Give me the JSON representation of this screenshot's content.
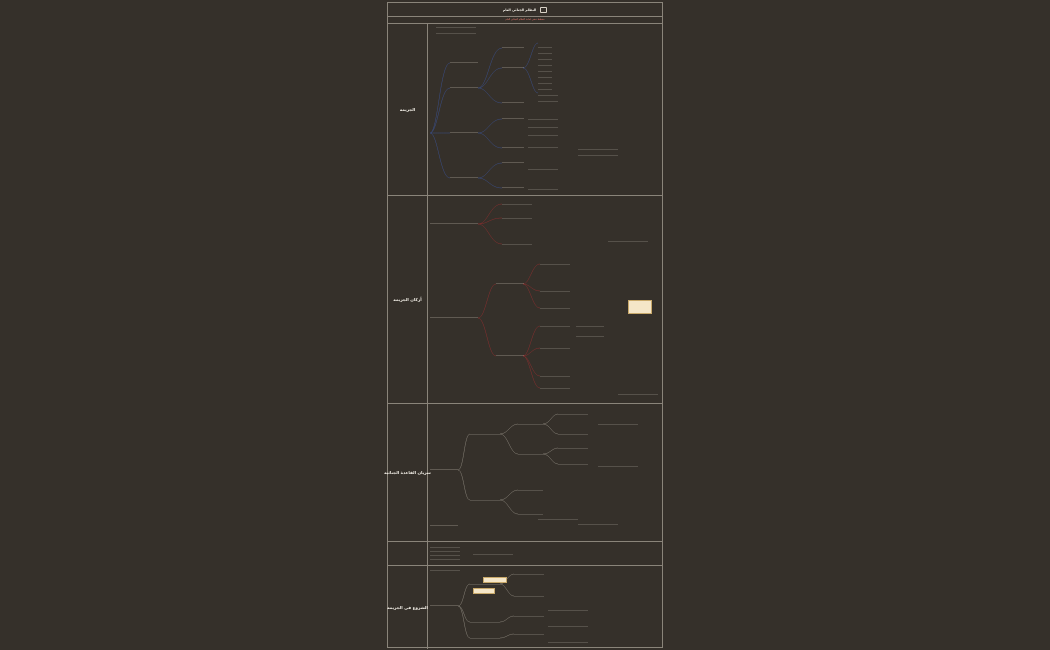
{
  "header": {
    "title": "النظام الجنائي العام",
    "subtitle": "مخطط ذهني لمادة النظام الجنائي العام"
  },
  "sections": [
    {
      "label": "الجريمة"
    },
    {
      "label": "أركان الجريمة"
    },
    {
      "label": "سريان القاعدة الجنائية"
    },
    {
      "label": ""
    },
    {
      "label": "الشروع في الجريمة"
    }
  ],
  "colors": {
    "background": "#35302a",
    "border": "#8a847a",
    "branch_blue": "#3a4f8a",
    "branch_red": "#8a2e2e",
    "note_fill": "#f5e6c8",
    "subtitle_red": "#e0776a"
  }
}
